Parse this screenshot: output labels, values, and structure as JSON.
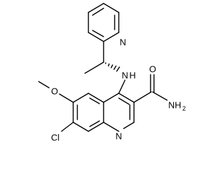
{
  "atoms": {
    "pyridine_n": "N",
    "amine": "N",
    "amine_h": "H",
    "amide_o": "O",
    "amide_n": "NH",
    "amide_n_sub": "2",
    "methoxy_o": "O",
    "chloro": "Cl",
    "quinoline_n": "N"
  },
  "colors": {
    "bond": "#000000",
    "background": "#ffffff"
  }
}
